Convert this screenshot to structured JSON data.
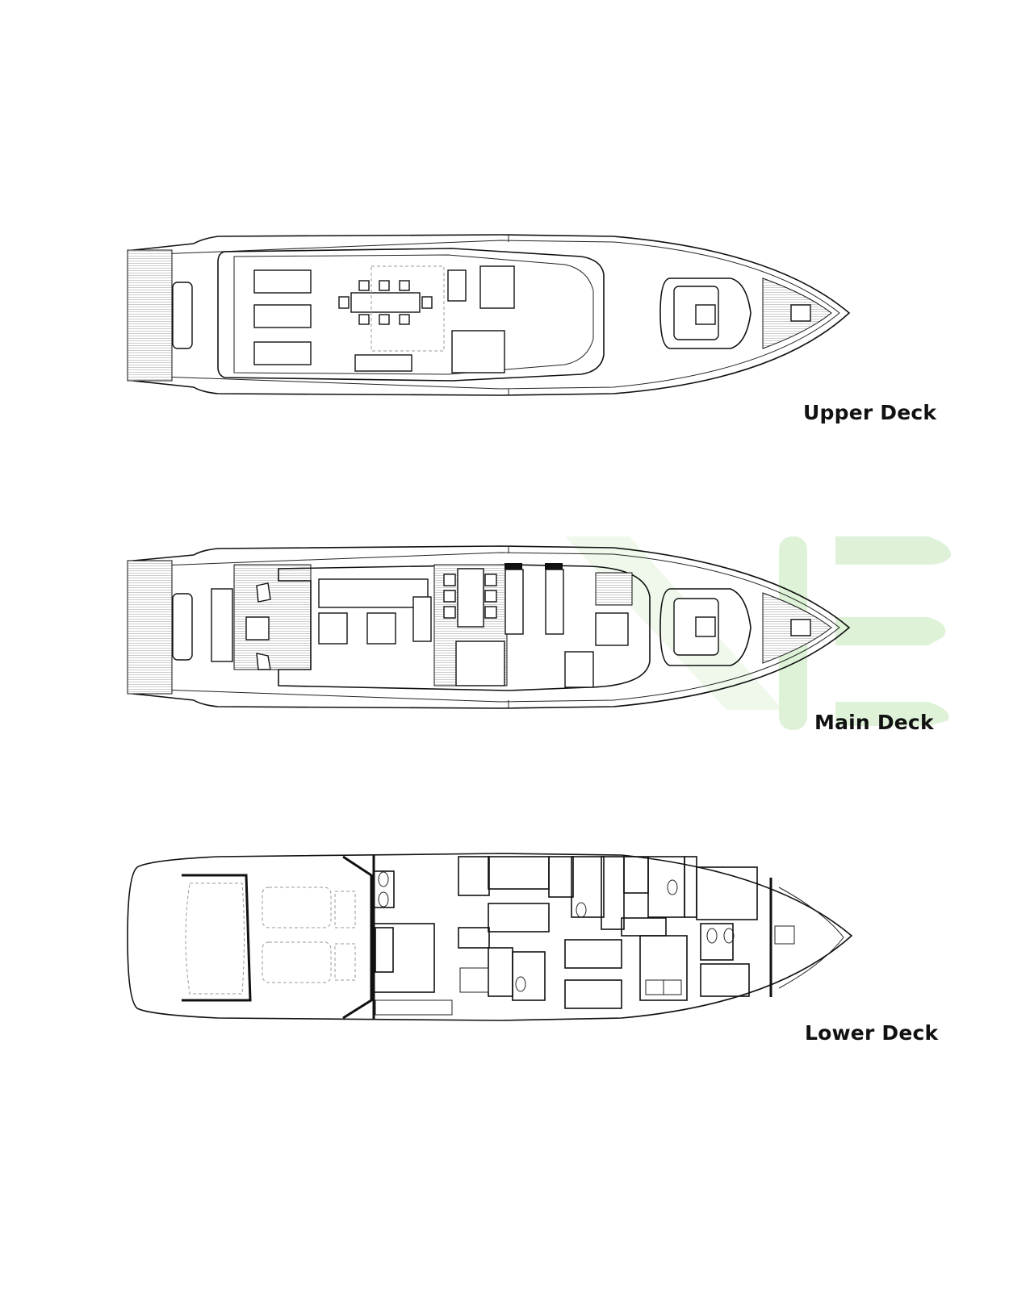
{
  "decks": [
    {
      "name": "Upper Deck"
    },
    {
      "name": "Main Deck"
    },
    {
      "name": "Lower Deck"
    }
  ],
  "watermark": {
    "color": "#d9f0d2"
  }
}
